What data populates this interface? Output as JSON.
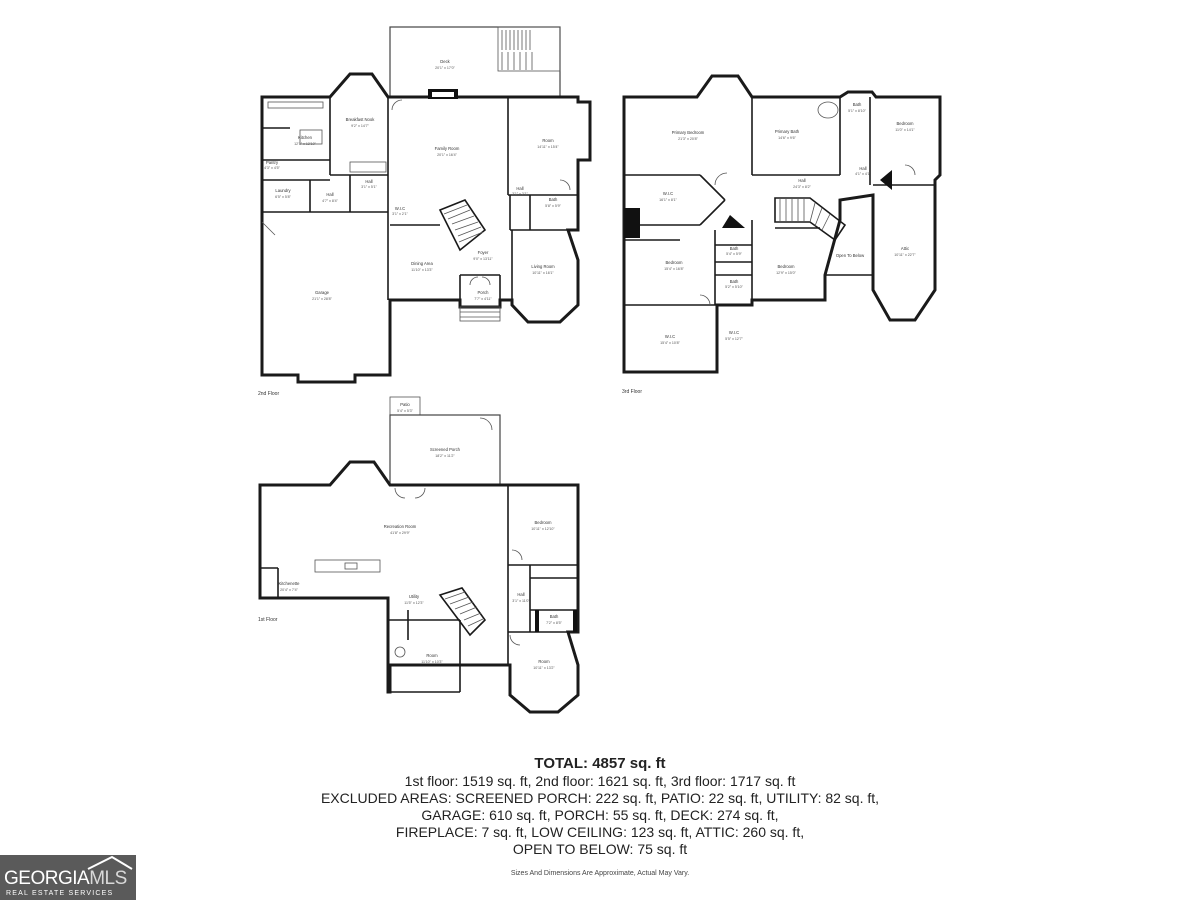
{
  "floor_labels": {
    "second": "2nd Floor",
    "third": "3rd Floor",
    "first": "1st Floor"
  },
  "rooms": {
    "deck": {
      "name": "Deck",
      "dim": "20'1\" x 17'0\""
    },
    "breakfast_nook": {
      "name": "Breakfast Nook",
      "dim": "9'2\" x 14'7\""
    },
    "kitchen": {
      "name": "Kitchen",
      "dim": "12'1\" x 12'10\""
    },
    "pantry": {
      "name": "Pantry",
      "dim": "4'3\" x 4'5\""
    },
    "family_room": {
      "name": "Family Room",
      "dim": "20'1\" x 16'4\""
    },
    "room_2f": {
      "name": "Room",
      "dim": "14'11\" x 15'4\""
    },
    "laundry": {
      "name": "Laundry",
      "dim": "6'5\" x 5'8\""
    },
    "hall_2f_a": {
      "name": "Hall",
      "dim": "4'7\" x 8'4\""
    },
    "hall_2f_b": {
      "name": "Hall",
      "dim": "3'1\" x 5'1\""
    },
    "wic_2f": {
      "name": "W.I.C",
      "dim": "3'1\" x 2'1\""
    },
    "bath_2f": {
      "name": "Bath",
      "dim": "5'8\" x 5'9\""
    },
    "hall_2f_c": {
      "name": "Hall",
      "dim": "3'1\" x 3'1\""
    },
    "foyer": {
      "name": "Foyer",
      "dim": "9'0\" x 13'11\""
    },
    "dining_area": {
      "name": "Dining Area",
      "dim": "11'10\" x 13'3\""
    },
    "living_room": {
      "name": "Living Room",
      "dim": "10'11\" x 16'1\""
    },
    "porch": {
      "name": "Porch",
      "dim": "7'7\" x 4'11\""
    },
    "garage": {
      "name": "Garage",
      "dim": "21'1\" x 28'8\""
    },
    "primary_bedroom": {
      "name": "Primary Bedroom",
      "dim": "21'3\" x 20'8\""
    },
    "primary_bath": {
      "name": "Primary Bath",
      "dim": "14'6\" x 9'6\""
    },
    "bath_3f": {
      "name": "Bath",
      "dim": "5'1\" x 8'10\""
    },
    "bedroom_3f_a": {
      "name": "Bedroom",
      "dim": "11'0\" x 14'1\""
    },
    "wic_3f_a": {
      "name": "W.I.C",
      "dim": "16'1\" x 8'1\""
    },
    "hall_3f": {
      "name": "Hall",
      "dim": "24'3\" x 8'2\""
    },
    "hall_3f_b": {
      "name": "Hall",
      "dim": "4'1\" x 4'1\""
    },
    "bath_3f_b": {
      "name": "Bath",
      "dim": "5'4\" x 5'9\""
    },
    "bath_3f_c": {
      "name": "Bath",
      "dim": "5'2\" x 5'10\""
    },
    "bedroom_3f_b": {
      "name": "Bedroom",
      "dim": "15'4\" x 16'8\""
    },
    "bedroom_3f_c": {
      "name": "Bedroom",
      "dim": "12'9\" x 15'0\""
    },
    "open_to_below": {
      "name": "Open To Below",
      "dim": ""
    },
    "attic": {
      "name": "Attic",
      "dim": "10'11\" x 22'7\""
    },
    "wic_3f_b": {
      "name": "W.I.C",
      "dim": "15'4\" x 10'8\""
    },
    "wic_3f_c": {
      "name": "W.I.C",
      "dim": "5'5\" x 12'7\""
    },
    "patio": {
      "name": "Patio",
      "dim": "5'4\" x 5'3\""
    },
    "screened_porch": {
      "name": "Screened Porch",
      "dim": "18'2\" x 11'2\""
    },
    "recreation_room": {
      "name": "Recreation Room",
      "dim": "41'8\" x 29'9\""
    },
    "bedroom_1f": {
      "name": "Bedroom",
      "dim": "10'11\" x 12'10\""
    },
    "kitchenette": {
      "name": "Kitchenette",
      "dim": "20'4\" x 7'4\""
    },
    "utility": {
      "name": "Utility",
      "dim": "11'5\" x 12'3\""
    },
    "hall_1f": {
      "name": "Hall",
      "dim": "3'1\" x 11'0\""
    },
    "bath_1f": {
      "name": "Bath",
      "dim": "7'2\" x 8'5\""
    },
    "room_1f_a": {
      "name": "Room",
      "dim": "11'10\" x 10'3\""
    },
    "room_1f_b": {
      "name": "Room",
      "dim": "10'11\" x 13'2\""
    }
  },
  "summary": {
    "total": "TOTAL: 4857 sq. ft",
    "line1": "1st floor: 1519 sq. ft, 2nd floor: 1621 sq. ft, 3rd floor: 1717 sq. ft",
    "line2": "EXCLUDED AREAS: SCREENED PORCH: 222 sq. ft, PATIO: 22 sq. ft, UTILITY: 82 sq. ft,",
    "line3": "GARAGE: 610 sq. ft, PORCH: 55 sq. ft, DECK: 274 sq. ft,",
    "line4": "FIREPLACE: 7 sq. ft, LOW CEILING: 123 sq. ft, ATTIC: 260 sq. ft,",
    "line5": "OPEN TO BELOW: 75 sq. ft"
  },
  "disclaimer": "Sizes And Dimensions Are Approximate, Actual May Vary.",
  "logo": {
    "main": "GEORGIA",
    "accent": "MLS",
    "sub": "REAL ESTATE SERVICES",
    "bg_color": "#5a5a5a"
  }
}
